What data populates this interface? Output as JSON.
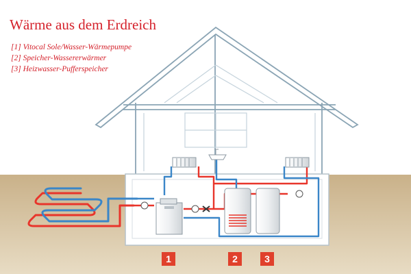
{
  "title": "Wärme aus dem Erdreich",
  "legend": [
    "[1] Vitocal Sole/Wasser-Wärmepumpe",
    "[2] Speicher-Wassererwärmer",
    "[3] Heizwasser-Pufferspeicher"
  ],
  "markers": [
    "1",
    "2",
    "3"
  ],
  "colors": {
    "accent": "#d4202a",
    "badge": "#e0412c",
    "flow": "#e8352b",
    "return": "#3a86c8",
    "house_outline": "#8aa4b4",
    "ground": "#cbb590"
  }
}
